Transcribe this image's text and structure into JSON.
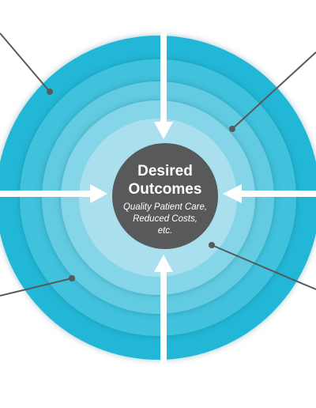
{
  "center": {
    "title_line1": "Desired",
    "title_line2": "Outcomes",
    "subtitle_line1": "Quality Patient Care,",
    "subtitle_line2": "Reduced Costs,",
    "subtitle_line3": "etc."
  },
  "colors": {
    "ring_outer": "#22b7d6",
    "ring_2": "#3fc1dc",
    "ring_3": "#62cbe1",
    "ring_4": "#84d5e8",
    "ring_inner": "#aadfee",
    "center_circle": "#58595b",
    "arrow": "#ffffff",
    "callout_line": "#58595b",
    "ring_shadow": "#1c8fa8"
  },
  "icons": {
    "callout_marker": "dot",
    "arrow_head": "triangle"
  }
}
